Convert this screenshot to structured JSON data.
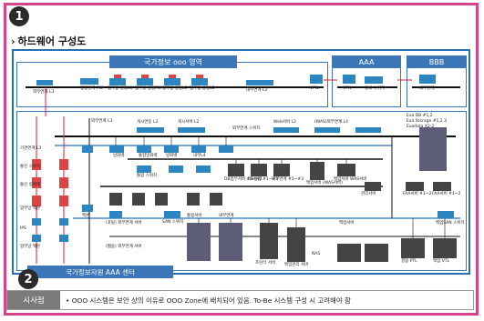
{
  "badges": {
    "one": "1",
    "two": "2"
  },
  "section": {
    "title": "하드웨어 구성도"
  },
  "zones": {
    "main": "국가정보 ooo 영역",
    "aaa": "AAA",
    "bbb": "BBB",
    "center": "국가정보자원 AAA 센터"
  },
  "labels": {
    "ext_l3_top": "외부연계 L3",
    "fw_l": "행정연계 FW",
    "fw1": "업무망 공통L3",
    "fw2": "업무망 공통FW",
    "fw3": "업무망 공통L3",
    "fw4": "업무망 공통L2",
    "ext_l2": "내부연계 L2",
    "vpn": "VPN",
    "aaa_vpn": "VPN",
    "aaa_sw": "동네 스위치",
    "bbb_ext": "내부연계",
    "l3_main": "외부연계 L3",
    "l2_a": "게시연동 L2",
    "l2_b": "게시서버 L2",
    "center_sw": "외부연계 스위치",
    "web_sw": "Web서버 L2",
    "app_sw": "(WAS)외부연계 L4",
    "exa1": "Exa DB #1,2",
    "exa2": "Exa Storage #1,2,3",
    "exa3": "Exadata X2-2",
    "left1": "기관연계 L3",
    "left2": "통신 스위치",
    "left3": "통신 방화벽",
    "left4": "업무망 백본",
    "left5": "IPS",
    "left6": "업무망 백본",
    "l4": "내부L4",
    "fw_a": "방화벽",
    "db_fw": "통합방화벽",
    "fw_b": "방화벽",
    "sw_a": "통합 스위치",
    "db1": "DB업무서버 #1~#2",
    "db2": "DB통합 #1~#3",
    "db3": "외부연계 #1~#3",
    "was": "백업서버 (WAS서버)",
    "was2": "백업서버 WAS서버",
    "ms": "관리서버",
    "faa1": "FAA서버 #1~2",
    "faa2": "FAA서버 #1~2",
    "back1": "백본",
    "back2": "(포털) 외부연계 서버",
    "back3": "(웹용) 외부연계 서버",
    "san": "SAN 스위치",
    "disk1": "통합서버",
    "disk2": "내부연계",
    "nas": "NAS",
    "bk_sw": "백업서버",
    "ptl": "결합 PTL",
    "vtl": "백업 VTL",
    "san2": "백업SAN 스위치",
    "prn": "프린터 서버",
    "bk_srv": "백업관리 서버"
  },
  "insight": {
    "tag": "시사점",
    "text": "• OOO 시스템은 보안 상의 이유로 OOO Zone에 배치되어 있음. To-Be 시스템 구성 시 고려해야 함"
  }
}
